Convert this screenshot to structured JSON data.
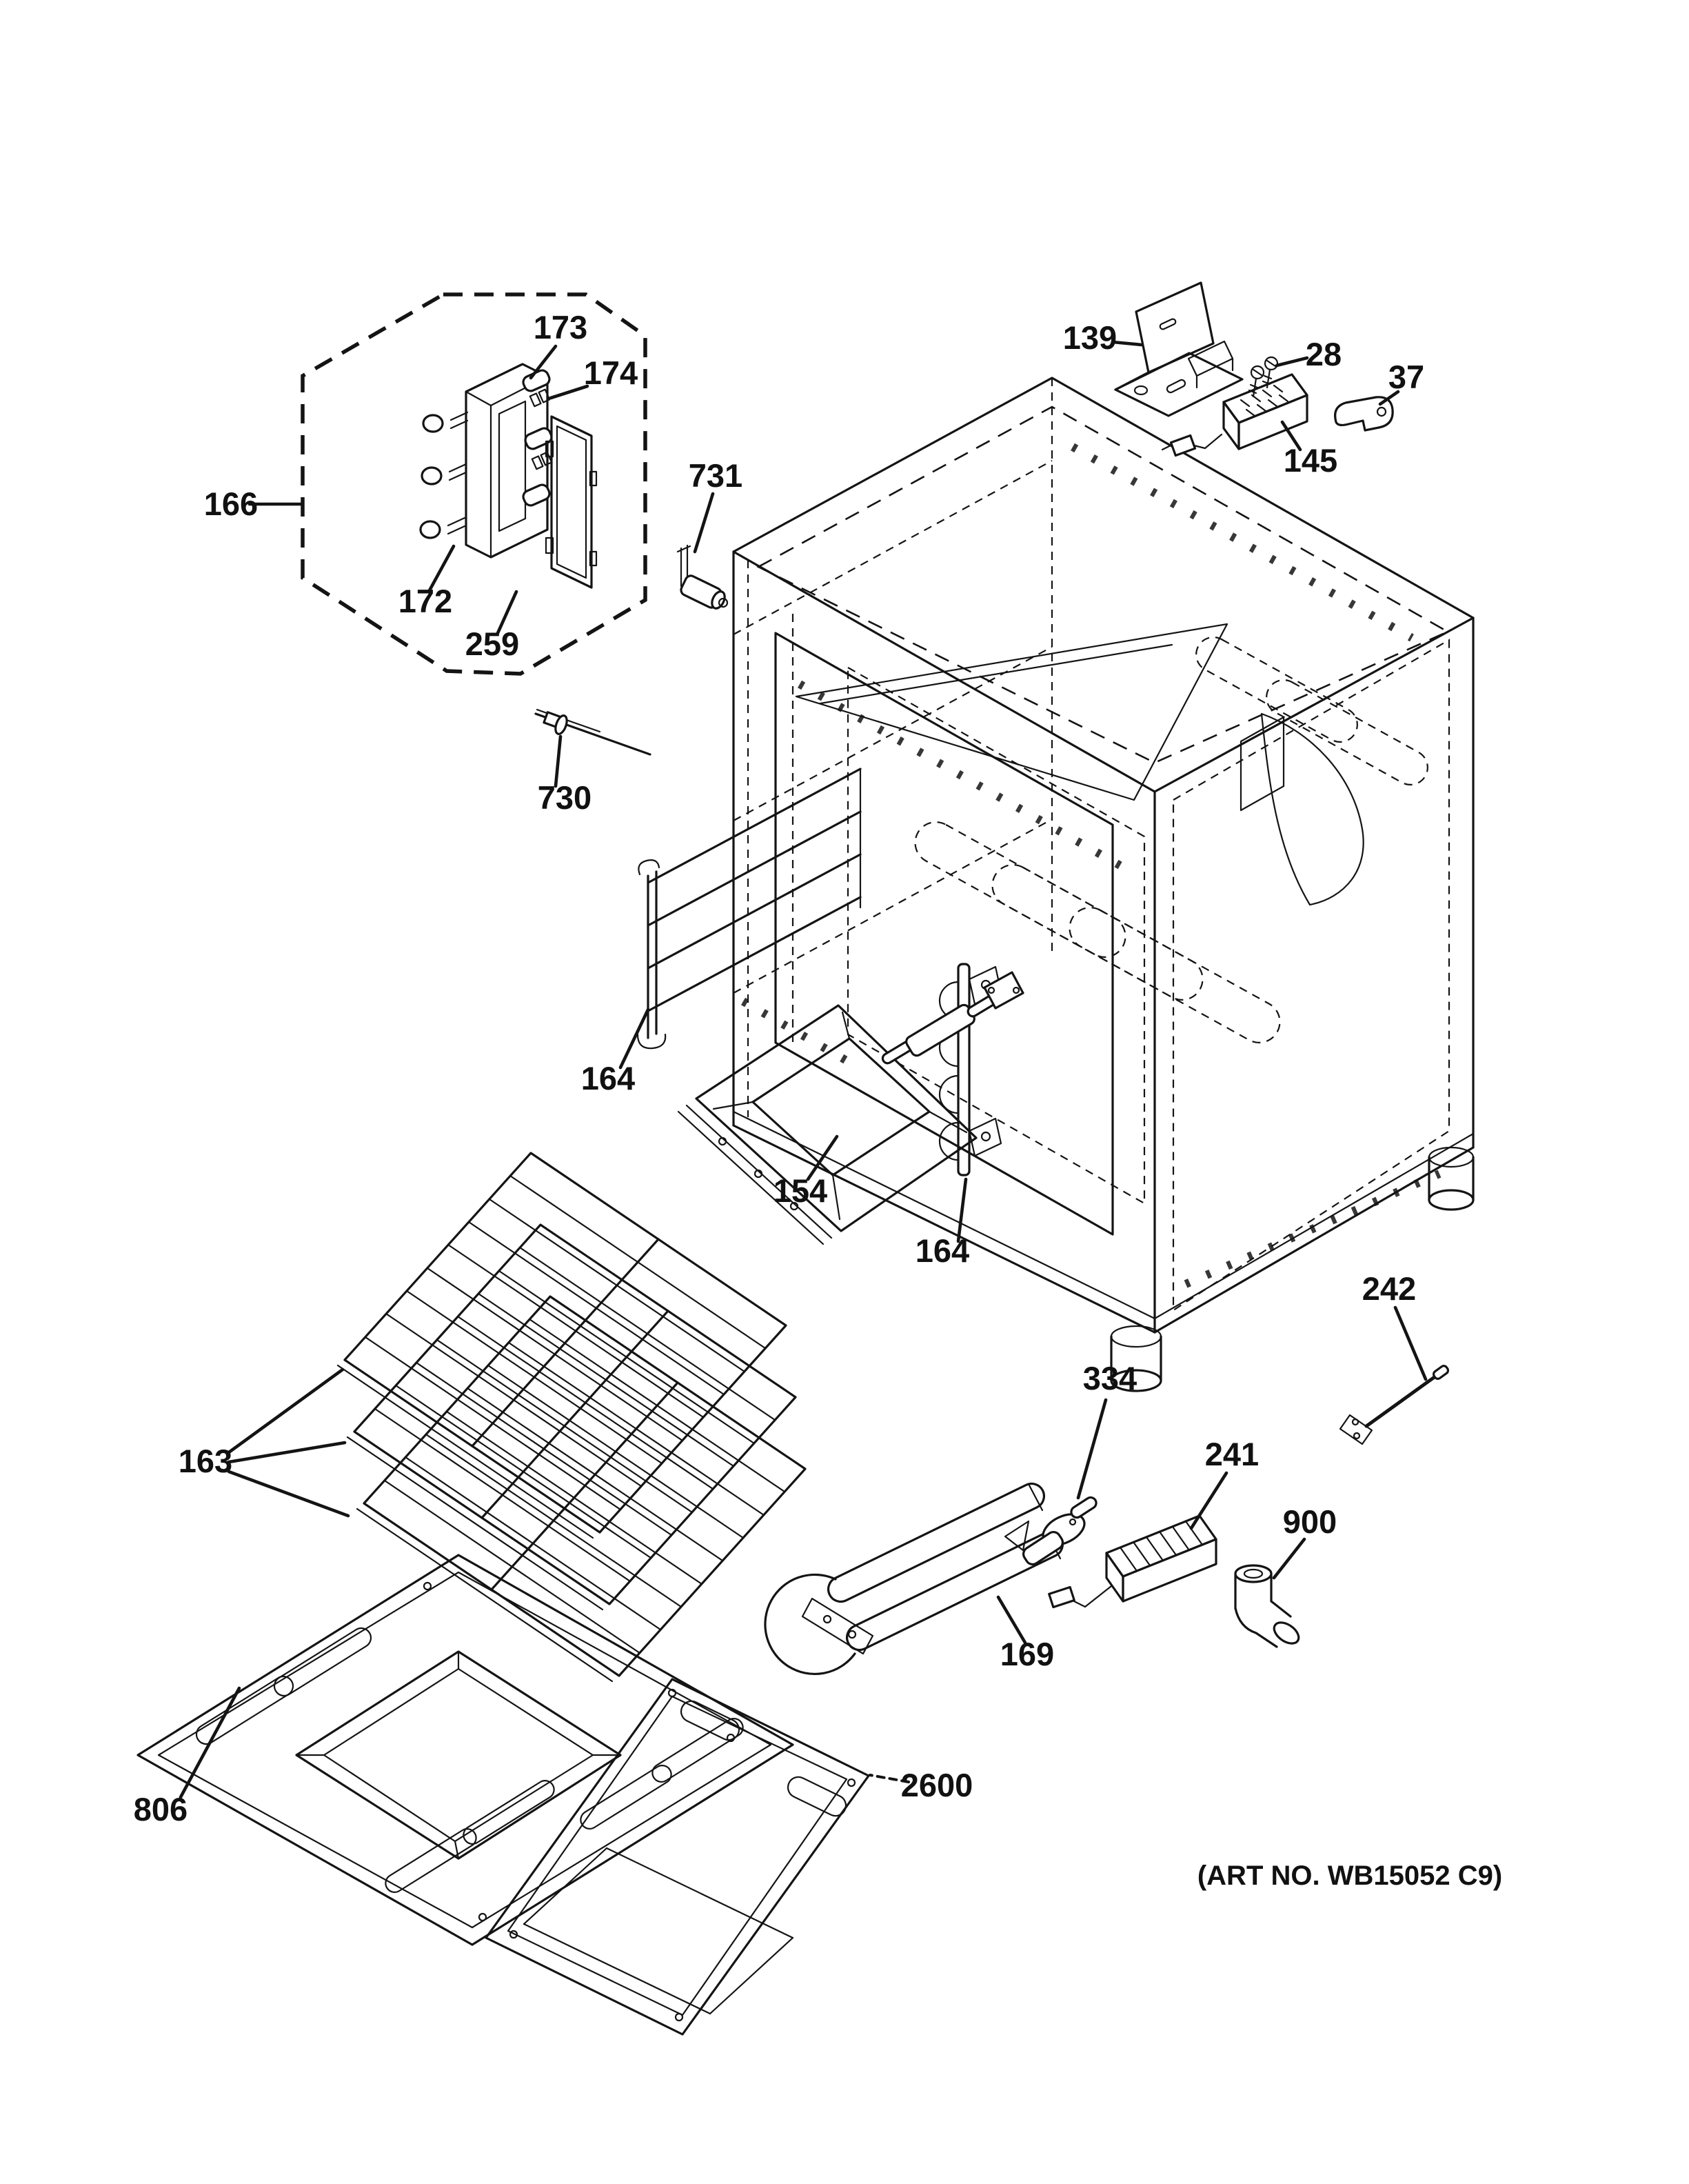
{
  "diagram": {
    "art_no": "(ART NO. WB15052 C9)",
    "labels": {
      "p166": "166",
      "p173": "173",
      "p174": "174",
      "p172": "172",
      "p259": "259",
      "p731": "731",
      "p730": "730",
      "p139": "139",
      "p28": "28",
      "p37": "37",
      "p145": "145",
      "p164_left": "164",
      "p154": "154",
      "p164_right": "164",
      "p163": "163",
      "p334": "334",
      "p241": "241",
      "p242": "242",
      "p900": "900",
      "p169": "169",
      "p806": "806",
      "p2600": "2600"
    }
  }
}
